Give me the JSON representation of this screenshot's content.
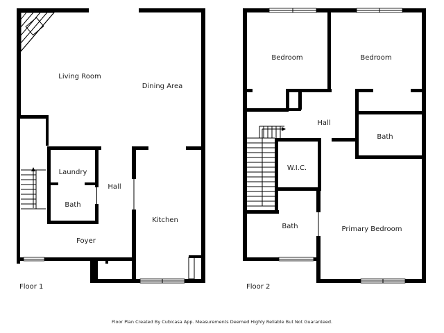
{
  "floor1": {
    "label": "Floor 1",
    "rooms": {
      "living_room": "Living Room",
      "dining_area": "Dining Area",
      "laundry": "Laundry",
      "hall": "Hall",
      "bath": "Bath",
      "foyer": "Foyer",
      "kitchen": "Kitchen"
    }
  },
  "floor2": {
    "label": "Floor 2",
    "rooms": {
      "bedroom_left": "Bedroom",
      "bedroom_right": "Bedroom",
      "hall": "Hall",
      "bath_upper": "Bath",
      "wic": "W.I.C.",
      "bath_lower": "Bath",
      "primary_bedroom": "Primary Bedroom"
    }
  },
  "footer": "Floor Plan Created By Cubicasa App. Measurements Deemed Highly Reliable But Not Guaranteed.",
  "colors": {
    "wall": "#000000",
    "background": "#ffffff"
  }
}
